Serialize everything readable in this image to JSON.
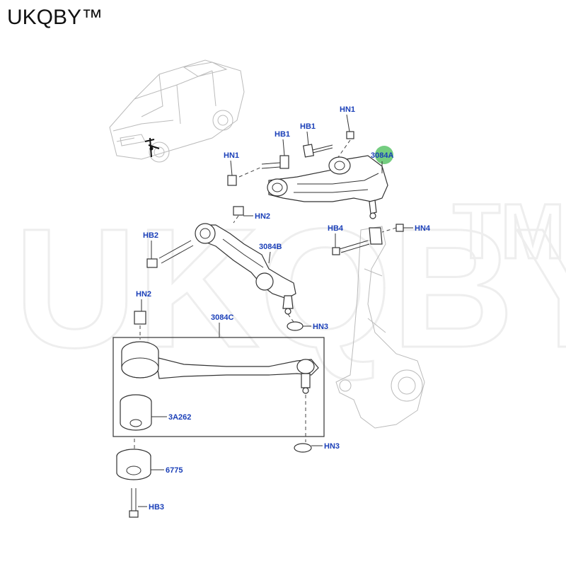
{
  "brand": "UKQBY™",
  "watermark": {
    "text": "UKQBY",
    "tm": "TM"
  },
  "colors": {
    "label": "#1a3fb8",
    "highlight": "#5cc46a"
  },
  "callouts": {
    "hn1_top": "HN1",
    "hb1_top": "HB1",
    "hb1_left": "HB1",
    "hn1_left": "HN1",
    "part_3084a": "3084A",
    "hn2_top": "HN2",
    "hb2": "HB2",
    "part_3084b": "3084B",
    "hb4": "HB4",
    "hn4": "HN4",
    "hn2_left": "HN2",
    "part_3084c": "3084C",
    "hn3_mid": "HN3",
    "part_3a262": "3A262",
    "hn3_low": "HN3",
    "part_6775": "6775",
    "hb3": "HB3"
  }
}
